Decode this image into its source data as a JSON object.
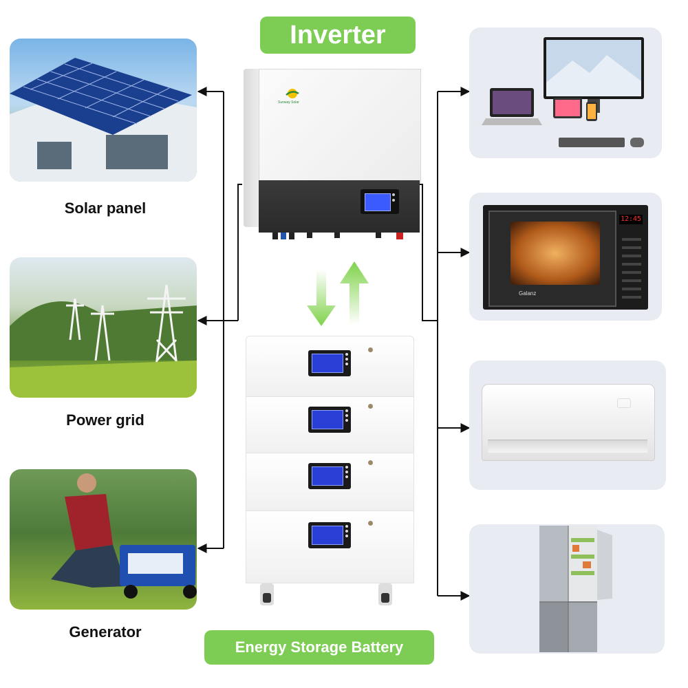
{
  "inverter": {
    "title": "Inverter",
    "logo_text": "Sunway Solar"
  },
  "sources": [
    {
      "label": "Solar panel",
      "icon": "solar-panel-house"
    },
    {
      "label": "Power grid",
      "icon": "transmission-towers"
    },
    {
      "label": "Generator",
      "icon": "portable-generator"
    }
  ],
  "battery": {
    "title": "Energy Storage Battery",
    "modules": 4
  },
  "loads": [
    {
      "icon": "computers-devices"
    },
    {
      "icon": "microwave-oven",
      "brand": "Galanz",
      "display": "12:45"
    },
    {
      "icon": "air-conditioner"
    },
    {
      "icon": "refrigerator"
    }
  ],
  "colors": {
    "accent_green": "#7dcd55",
    "arrow_green": "#7fd24a",
    "line": "#111111",
    "card_bg": "#e9ebf3"
  }
}
